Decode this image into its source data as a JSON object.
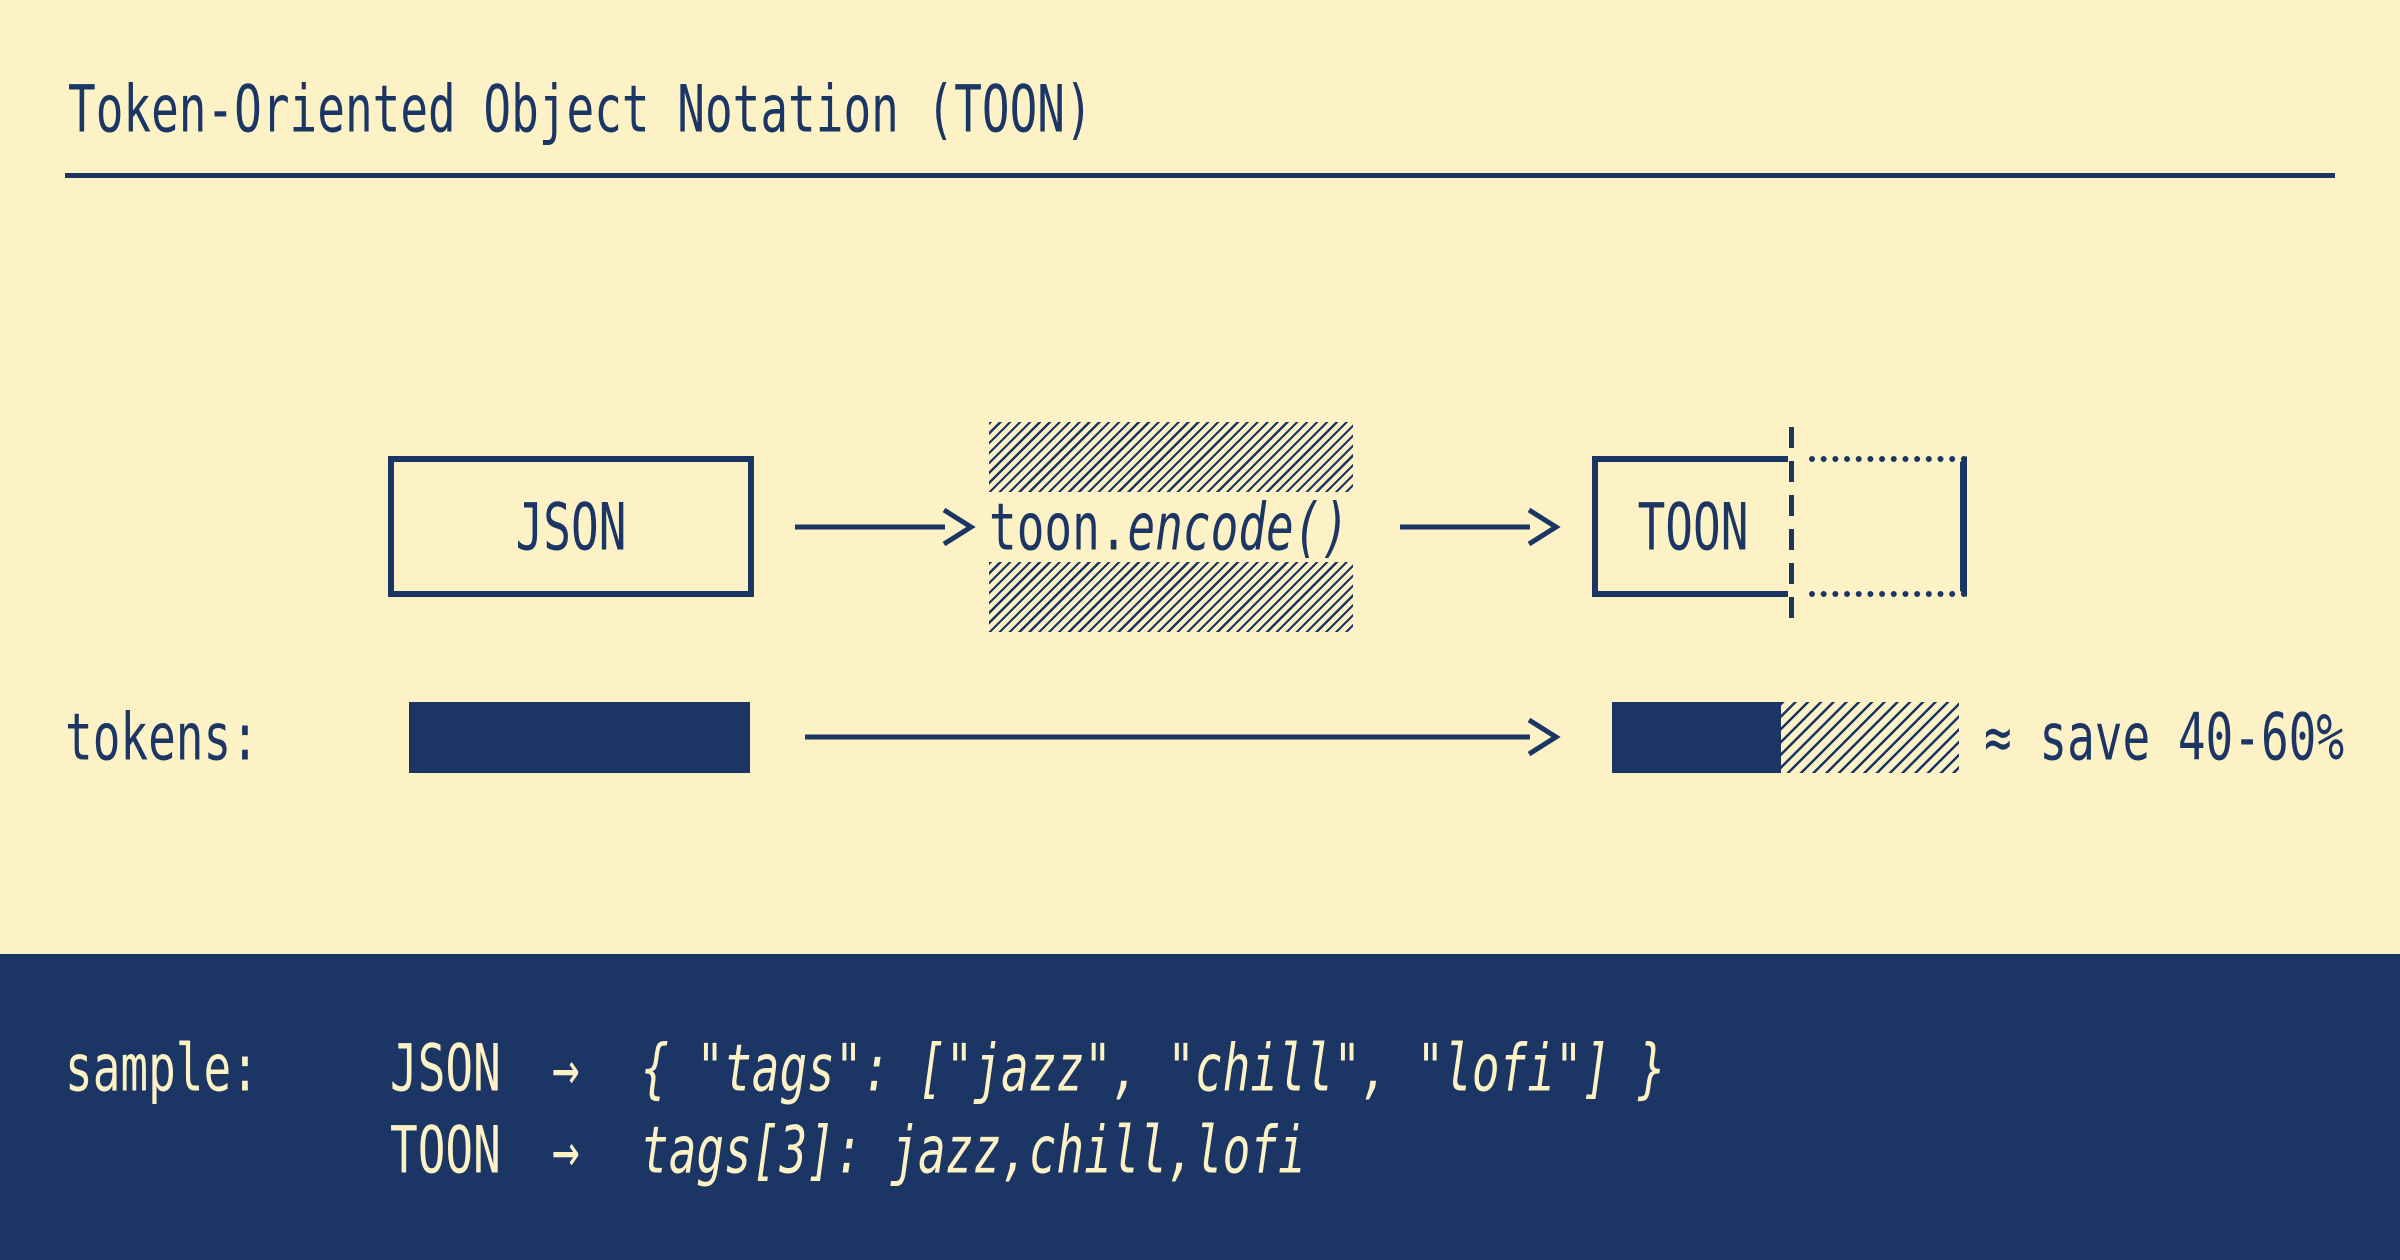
{
  "colors": {
    "background_cream": "#FCF2C5",
    "navy": "#1B3664"
  },
  "header": {
    "title": "Token-Oriented Object Notation (TOON)"
  },
  "flow": {
    "input_label": "JSON",
    "encode_plain": "toon.",
    "encode_italic": "encode()",
    "output_label": "TOON"
  },
  "tokens_row": {
    "label": "tokens:",
    "savings_label": "≈ save 40-60%"
  },
  "sample": {
    "label": "sample:",
    "rows": [
      {
        "format": "JSON",
        "arrow": "→",
        "code": "{ \"tags\": [\"jazz\", \"chill\", \"lofi\"] }"
      },
      {
        "format": "TOON",
        "arrow": "→",
        "code": "tags[3]: jazz,chill,lofi"
      }
    ]
  }
}
